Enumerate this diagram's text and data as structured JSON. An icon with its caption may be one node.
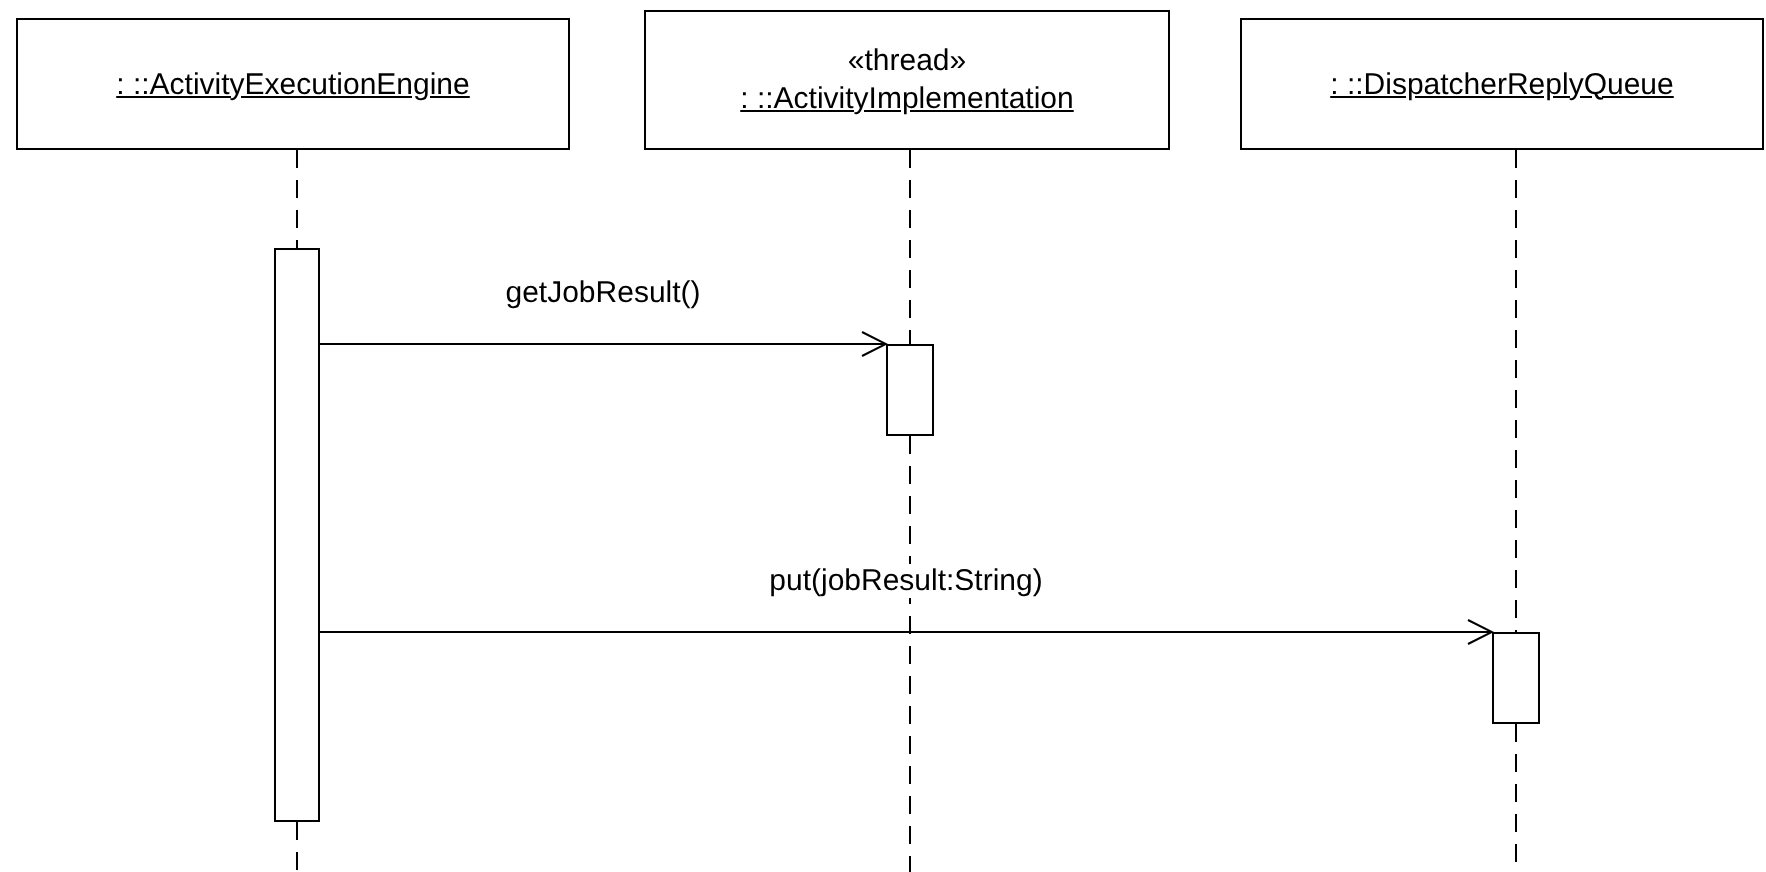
{
  "diagram": {
    "nodes": [
      {
        "text": [
          ": ::ActivityExecutionEngine"
        ]
      },
      {
        "text": [
          "«thread»",
          ": ::ActivityImplementation"
        ]
      },
      {
        "text": [
          ": ::DispatcherReplyQueue"
        ]
      },
      {
        "text": [],
        "shape": "bar"
      },
      {
        "text": [],
        "shape": "bar"
      },
      {
        "text": [],
        "shape": "bar"
      }
    ],
    "edges": [
      {
        "from": 3,
        "to": 4,
        "arrow": "to",
        "label": "getJobResult()"
      },
      {
        "from": 3,
        "to": 5,
        "arrow": "to",
        "label": "put(jobResult:String)"
      },
      {
        "from": 0,
        "to": 3,
        "arrow": "none",
        "style": "dashed"
      },
      {
        "from": 3,
        "to": null,
        "arrow": "none",
        "style": "dashed"
      },
      {
        "from": 1,
        "to": 4,
        "arrow": "none",
        "style": "dashed"
      },
      {
        "from": 4,
        "to": null,
        "arrow": "none",
        "style": "dashed"
      },
      {
        "from": 2,
        "to": 5,
        "arrow": "none",
        "style": "dashed"
      },
      {
        "from": 5,
        "to": null,
        "arrow": "none",
        "style": "dashed"
      }
    ]
  }
}
